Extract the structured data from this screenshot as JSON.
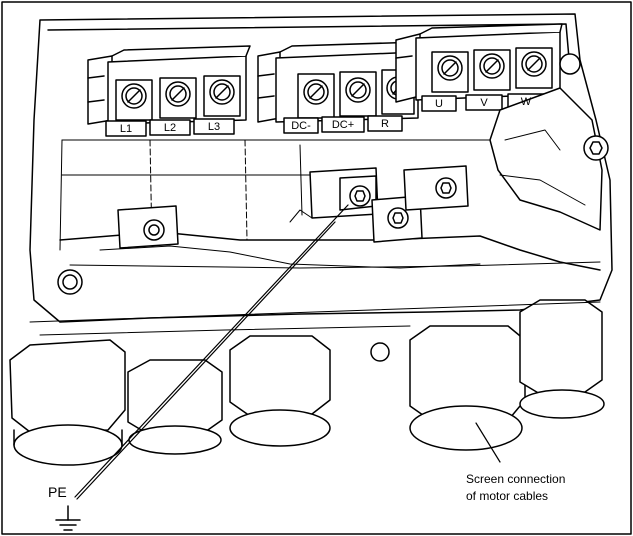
{
  "terminals": {
    "mains": [
      "L1",
      "L2",
      "L3"
    ],
    "dc": [
      "DC-",
      "DC+",
      "R"
    ],
    "motor": [
      "U",
      "V",
      "W"
    ]
  },
  "labels": {
    "pe": "PE",
    "screen_line1": "Screen connection",
    "screen_line2": "of motor cables"
  }
}
